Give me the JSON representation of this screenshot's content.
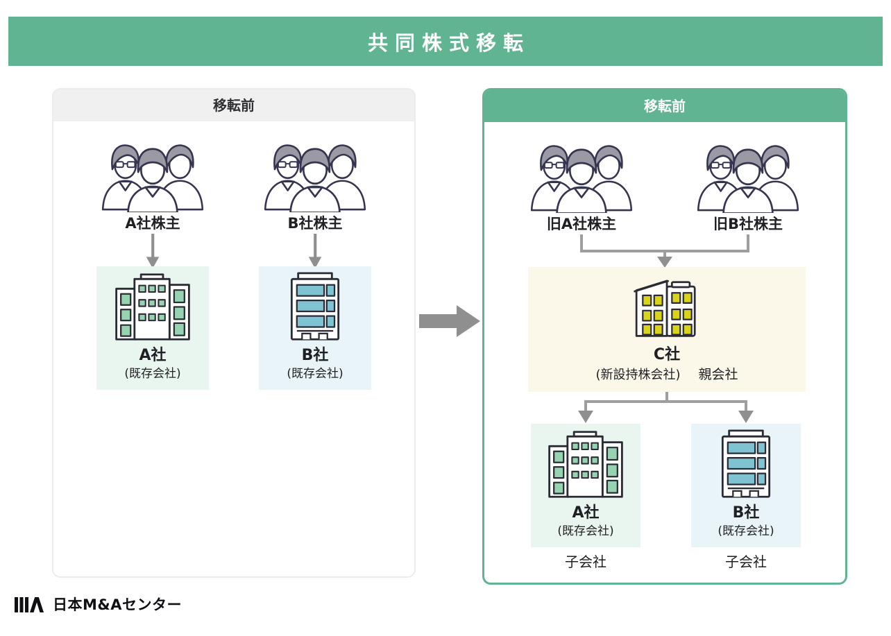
{
  "banner": {
    "title": "共同株式移転"
  },
  "before_panel": {
    "header": "移転前",
    "shareholder_a_label": "A社株主",
    "shareholder_b_label": "B社株主",
    "company_a": {
      "name": "A社",
      "note": "(既存会社)"
    },
    "company_b": {
      "name": "B社",
      "note": "(既存会社)"
    }
  },
  "after_panel": {
    "header": "移転前",
    "shareholder_a_label": "旧A社株主",
    "shareholder_b_label": "旧B社株主",
    "holding_company": {
      "name": "C社",
      "note": "(新設持株会社)",
      "role": "親会社"
    },
    "subsidiary_a": {
      "name": "A社",
      "note": "(既存会社)",
      "role": "子会社"
    },
    "subsidiary_b": {
      "name": "B社",
      "note": "(既存会社)",
      "role": "子会社"
    }
  },
  "footer": {
    "brand": "日本M&Aセンター"
  },
  "icons": {
    "shareholders": "three-person-group-icon",
    "company_a": "office-building-green-windows-icon",
    "company_b": "office-building-teal-bands-icon",
    "company_c": "twin-tower-yellow-windows-icon",
    "transfer": "big-right-arrow-icon",
    "flow": "down-arrow-icon",
    "logo_mark": "bars-and-caret-logo-mark"
  },
  "colors": {
    "accent_green": "#61b492",
    "header_gray": "#f0f0f1",
    "box_green_bg": "#e9f5ef",
    "box_cyan_bg": "#e8f4f7",
    "box_cream_bg": "#fbf8ea",
    "window_green": "#97d3b1",
    "window_teal": "#7fc3d2",
    "window_yellow": "#d9d31c",
    "arrow_gray": "#8f8f8f",
    "connector_gray": "#9e9e9e",
    "outline_dark": "#2b2b35"
  }
}
